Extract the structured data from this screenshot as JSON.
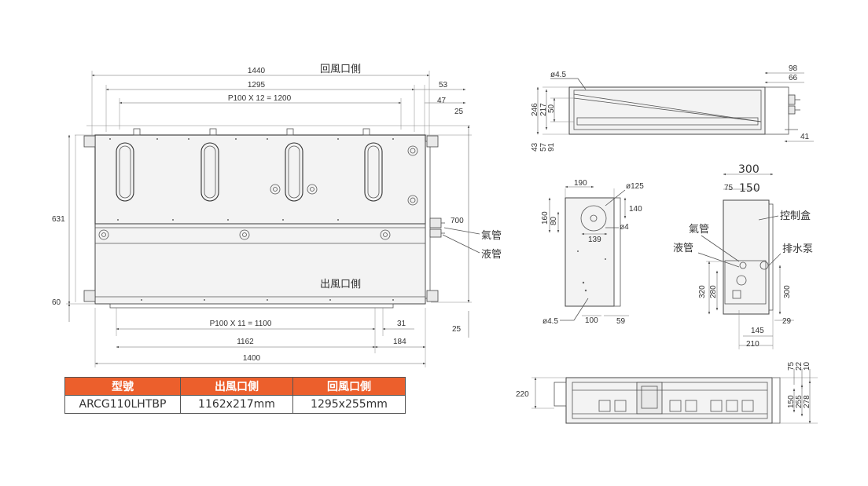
{
  "main_view": {
    "top_label": "回風口側",
    "bottom_label": "出風口側",
    "dim_top": [
      "1440",
      "1295",
      "P100 X 12 = 1200"
    ],
    "dim_right_top": [
      "53",
      "47",
      "25"
    ],
    "dim_left": [
      "631",
      "60"
    ],
    "dim_right": "700",
    "dim_bottom": [
      "P100 X 11 = 1100",
      "1162",
      "1400"
    ],
    "dim_bottom_right": [
      "31",
      "184",
      "25"
    ],
    "pipe_gas": "氣管",
    "pipe_liquid": "液管"
  },
  "side_view": {
    "hole": "ø4.5",
    "dims_left": [
      "246",
      "217",
      "50",
      "43",
      "57",
      "91"
    ],
    "dims_right": [
      "98",
      "66",
      "41"
    ]
  },
  "flange_view": {
    "dims": [
      "190",
      "ø125",
      "140",
      "160",
      "80",
      "139",
      "ø4",
      "ø4.5",
      "100",
      "59"
    ]
  },
  "end_view": {
    "dims": [
      "300",
      "75",
      "150",
      "320",
      "280",
      "300",
      "29",
      "145",
      "210"
    ],
    "labels": {
      "control_box": "控制盒",
      "gas_pipe": "氣管",
      "liquid_pipe": "液管",
      "drain_pump": "排水泵"
    }
  },
  "bottom_view": {
    "dims": [
      "220",
      "75",
      "22",
      "10",
      "150",
      "255",
      "278"
    ]
  },
  "spec_table": {
    "headers": [
      "型號",
      "出風口側",
      "回風口側"
    ],
    "rows": [
      [
        "ARCG110LHTBP",
        "1162x217mm",
        "1295x255mm"
      ]
    ],
    "header_color": "#ec5f2c"
  }
}
